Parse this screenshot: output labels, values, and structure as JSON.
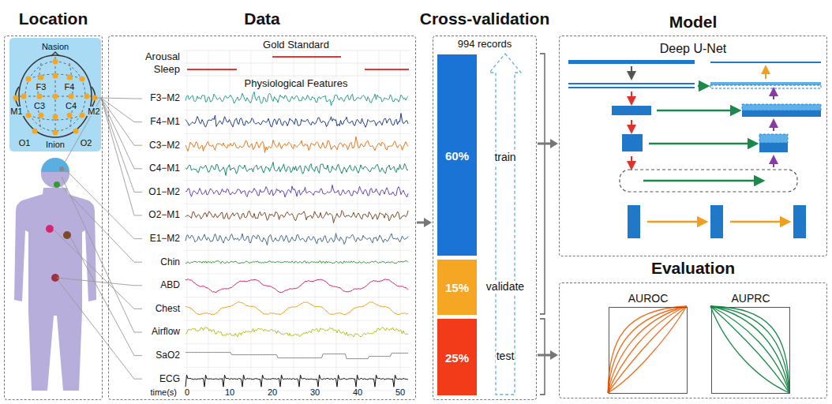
{
  "diagram": {
    "nodes": [
      {
        "text": [
          "Location"
        ]
      },
      {
        "text": [
          "Data"
        ]
      },
      {
        "text": [
          "Cross-validation"
        ]
      },
      {
        "text": [
          "60%"
        ],
        "in": 2
      },
      {
        "text": [
          "15%"
        ],
        "in": 2
      },
      {
        "text": [
          "25%"
        ],
        "in": 2
      },
      {
        "text": [
          "Deep U-Net"
        ]
      },
      {
        "text": [
          "Evaluation"
        ]
      },
      {
        "text": [
          "AUROC"
        ],
        "in": 7
      },
      {
        "text": [
          "AUPRC"
        ],
        "in": 7
      }
    ],
    "edges": [
      {
        "from": 1,
        "to": 2,
        "arrow": "to"
      },
      {
        "from": 2,
        "to": 6,
        "arrow": "to"
      },
      {
        "from": 2,
        "to": 7,
        "arrow": "to"
      }
    ],
    "labels": [
      "Model",
      "Nasion",
      "F3",
      "F4",
      "C3",
      "C4",
      "M1",
      "M2",
      "O1",
      "O2",
      "Inion",
      "Gold Standard",
      "Arousal",
      "Sleep",
      "Physiological Features",
      "F3−M2",
      "F4−M1",
      "C3−M2",
      "C4−M1",
      "O1−M2",
      "O2−M1",
      "E1−M2",
      "Chin",
      "ABD",
      "Chest",
      "Airflow",
      "SaO2",
      "ECG",
      "time(s)",
      "0",
      "10",
      "20",
      "30",
      "40",
      "50",
      "994 records",
      "train",
      "validate",
      "test"
    ]
  }
}
